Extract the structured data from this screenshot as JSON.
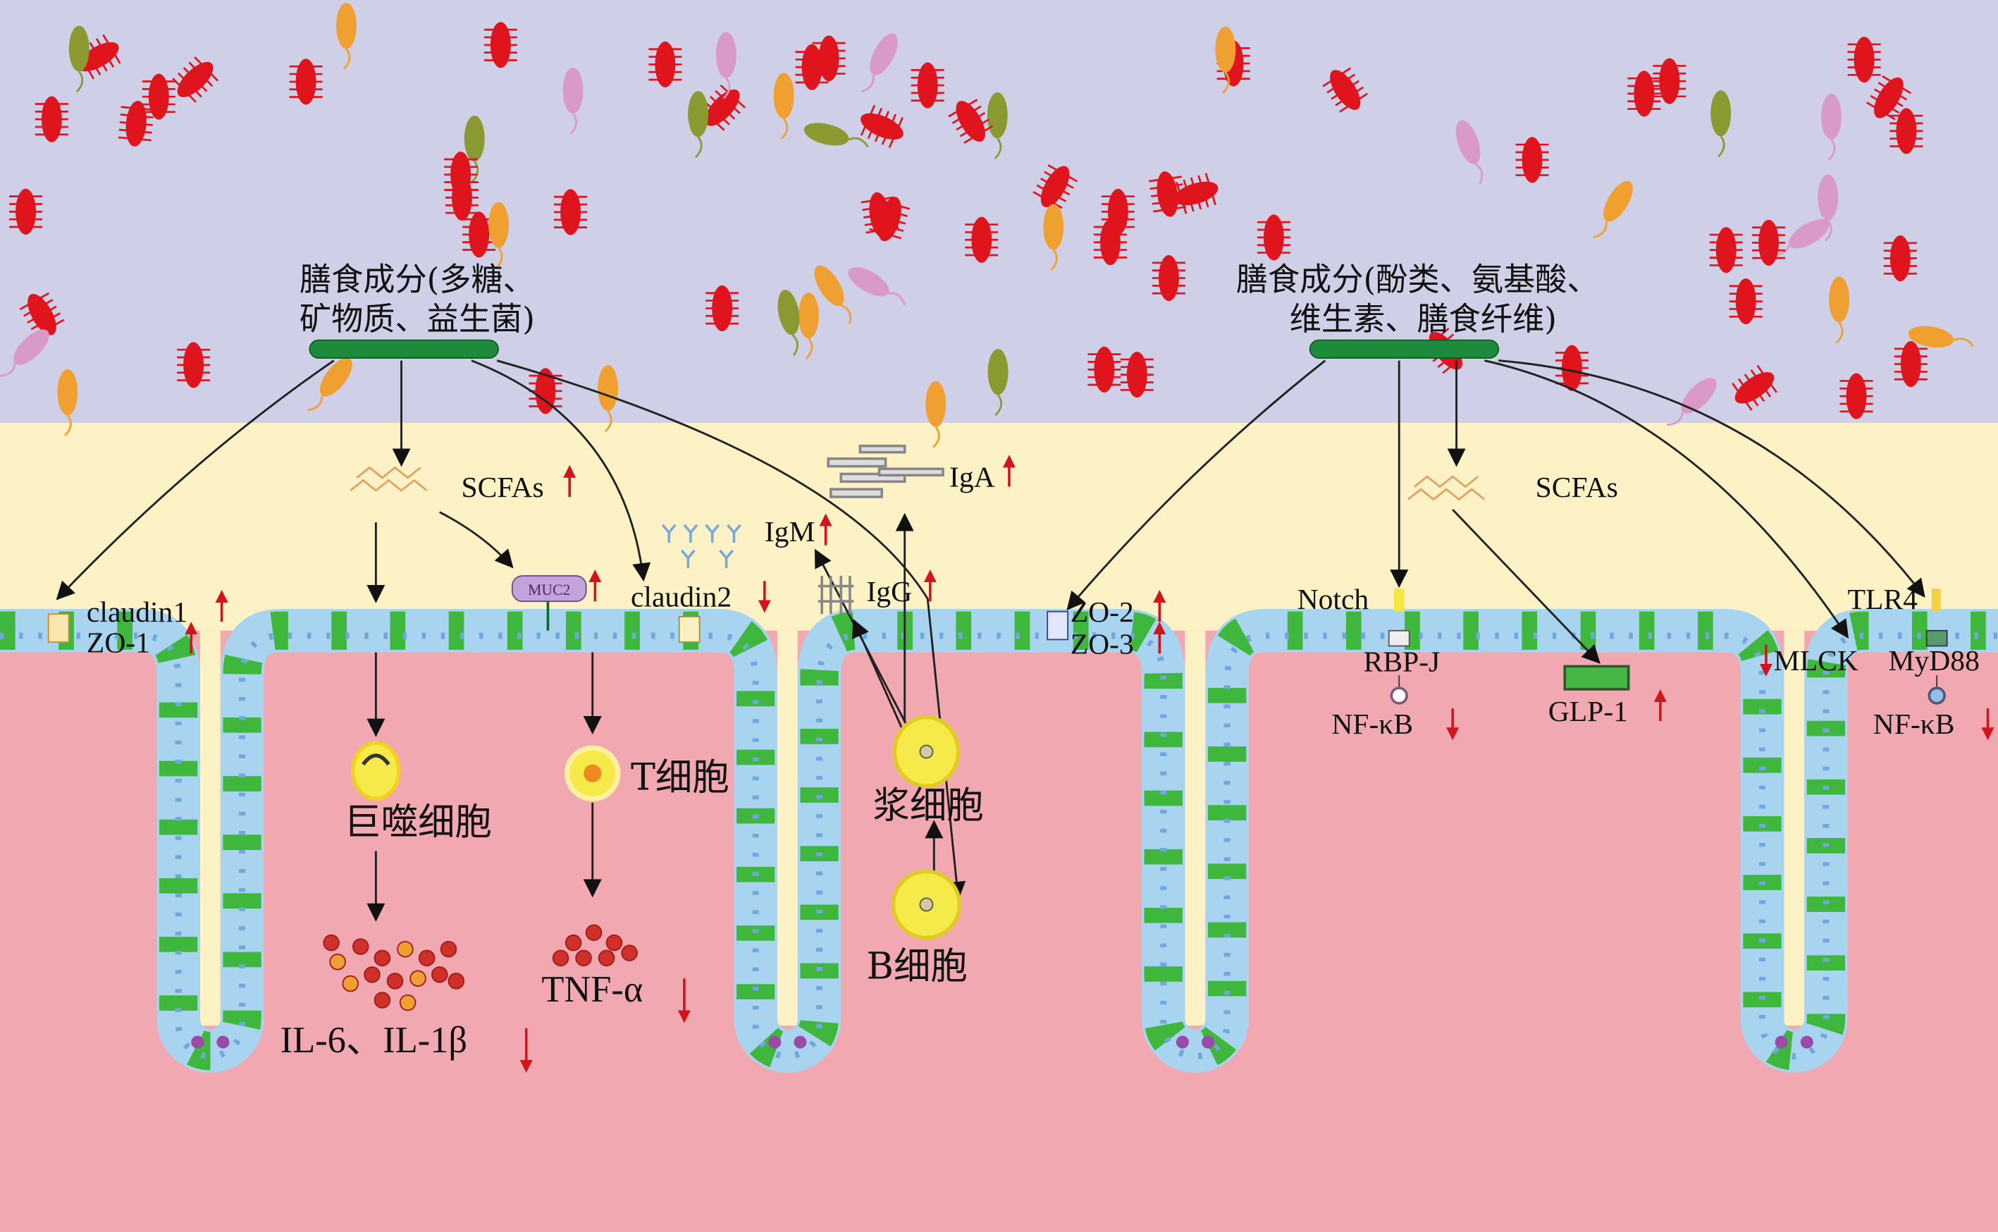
{
  "colors": {
    "lumen": "#cfd0e8",
    "mucus": "#fdf2c6",
    "lamina": "#f2a8b0",
    "epithelium": "#a8d4f0",
    "goblet": "#3fb63c",
    "increase": "#d0161c"
  },
  "left_panel": {
    "diet_line1": "膳食成分(多糖、",
    "diet_line2": "矿物质、益生菌)",
    "scfas": "SCFAs",
    "muc2": "MUC2",
    "claudin1": "claudin1",
    "zo1": "ZO-1",
    "claudin2": "claudin2",
    "igm": "IgM",
    "iga": "IgA",
    "igg": "IgG",
    "macrophage": "巨噬细胞",
    "t_cell": "T细胞",
    "plasma_cell": "浆细胞",
    "b_cell": "B细胞",
    "cytokines_il": "IL-6、IL-1β",
    "tnf": "TNF-α"
  },
  "right_panel": {
    "diet_line1": "膳食成分(酚类、氨基酸、",
    "diet_line2": "维生素、膳食纤维)",
    "scfas": "SCFAs",
    "zo2": "ZO-2",
    "zo3": "ZO-3",
    "notch": "Notch",
    "rbpj": "RBP-J",
    "nfkb1": "NF-κB",
    "glp1": "GLP-1",
    "tlr4": "TLR4",
    "mlck": "MLCK",
    "myd88": "MyD88",
    "nfkb2": "NF-κB"
  },
  "changes": {
    "scfas_left": "up",
    "iga": "up",
    "igm": "up",
    "igg": "up",
    "claudin2": "down",
    "claudin1": "up",
    "zo1": "up",
    "muc2": "up",
    "il": "down",
    "tnf": "down",
    "zo2": "up",
    "zo3": "up",
    "nfkb1": "down",
    "glp1": "up",
    "mlck": "down",
    "nfkb2": "down"
  }
}
